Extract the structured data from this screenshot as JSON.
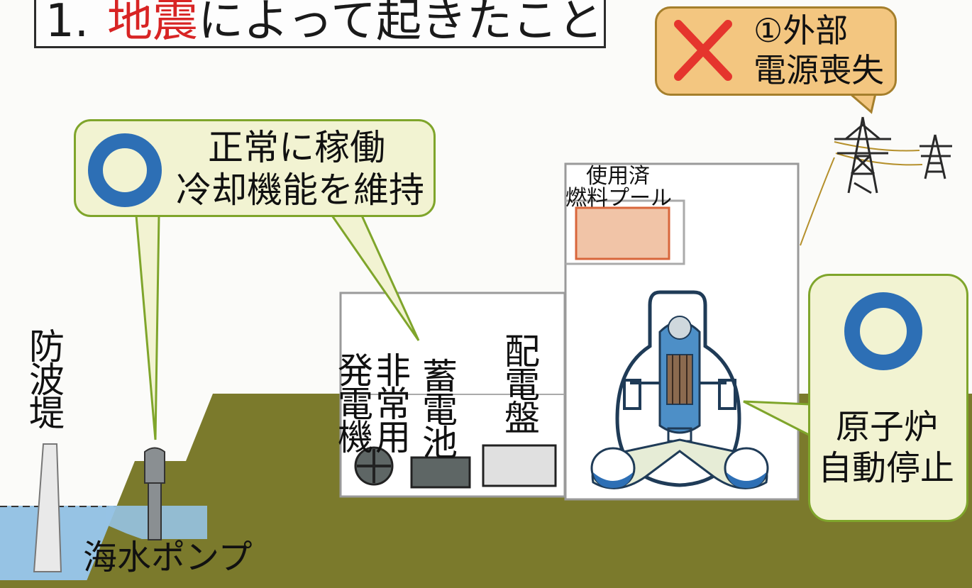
{
  "title": {
    "number": "1.",
    "highlight": "地震",
    "rest": "によって起きたこと"
  },
  "callout_normal": {
    "line1": "正常に稼働",
    "line2": "冷却機能を維持"
  },
  "callout_power": {
    "line1": "①外部",
    "line2": "電源喪失"
  },
  "callout_reactor": {
    "col1": "原子炉",
    "col2": "自動停止"
  },
  "spent_fuel_pool": {
    "line1": "使用済",
    "line2": "燃料プール"
  },
  "components": {
    "emergency_generator_col1": "非常用",
    "emergency_generator_col2": "発電機",
    "battery": "蓄電池",
    "switchboard": "配電盤"
  },
  "breakwater": "防波堤",
  "seawater_pump": "海水ポンプ",
  "colors": {
    "ground": "#7b7a2c",
    "sea": "#96c3e4",
    "callout_fill": "#f2f3d2",
    "callout_border": "#7fa52b",
    "warning_fill": "#f3c680",
    "ok_ring": "#2d6fb5",
    "fail_cross": "#e5352d",
    "title_highlight": "#d82424"
  },
  "icons": [
    "ok-circle-icon",
    "failure-cross-icon",
    "power-tower-icon",
    "generator-icon",
    "reactor-vessel-icon"
  ]
}
